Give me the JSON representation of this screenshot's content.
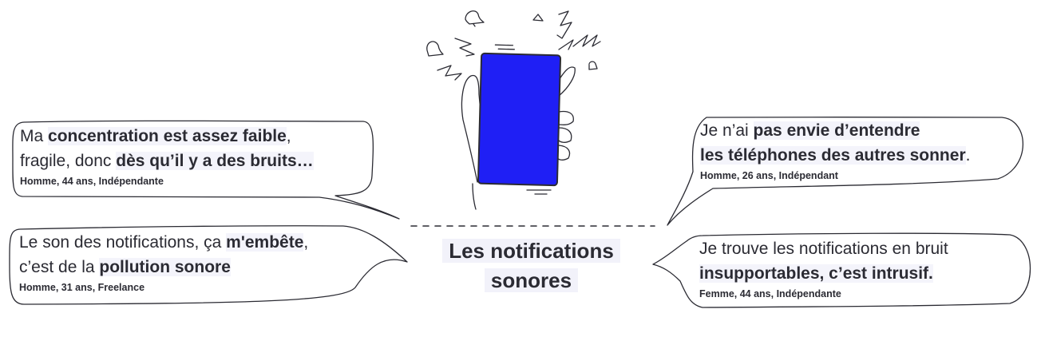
{
  "title": {
    "line1": "Les notifications",
    "line2": "sonores"
  },
  "colors": {
    "phone": "#1f1ff5",
    "text": "#2b2b33",
    "highlight": "#f4f4fb"
  },
  "quotes": [
    {
      "lines": [
        [
          {
            "t": "Ma ",
            "b": false
          },
          {
            "t": "concentration est assez faible",
            "b": true
          },
          {
            "t": ",",
            "b": false
          }
        ],
        [
          {
            "t": "fragile, donc ",
            "b": false
          },
          {
            "t": "dès qu’il y a des bruits…",
            "b": true
          }
        ]
      ],
      "attribution": "Homme, 44 ans, Indépendante"
    },
    {
      "lines": [
        [
          {
            "t": "Le son des notifications, ça ",
            "b": false
          },
          {
            "t": "m'embête",
            "b": true
          },
          {
            "t": ",",
            "b": false
          }
        ],
        [
          {
            "t": "c’est de la ",
            "b": false
          },
          {
            "t": "pollution sonore",
            "b": true
          }
        ]
      ],
      "attribution": "Homme, 31 ans, Freelance"
    },
    {
      "lines": [
        [
          {
            "t": "Je n’ai ",
            "b": false
          },
          {
            "t": "pas envie d’entendre ",
            "b": true
          }
        ],
        [
          {
            "t": "les téléphones des autres sonner",
            "b": true
          },
          {
            "t": ".",
            "b": false
          }
        ]
      ],
      "attribution": "Homme, 26 ans, Indépendant"
    },
    {
      "lines": [
        [
          {
            "t": "Je trouve les notifications en bruit",
            "b": false
          }
        ],
        [
          {
            "t": "insupportables, c’est intrusif.",
            "b": true
          }
        ]
      ],
      "attribution": "Femme, 44 ans, Indépendante"
    }
  ]
}
